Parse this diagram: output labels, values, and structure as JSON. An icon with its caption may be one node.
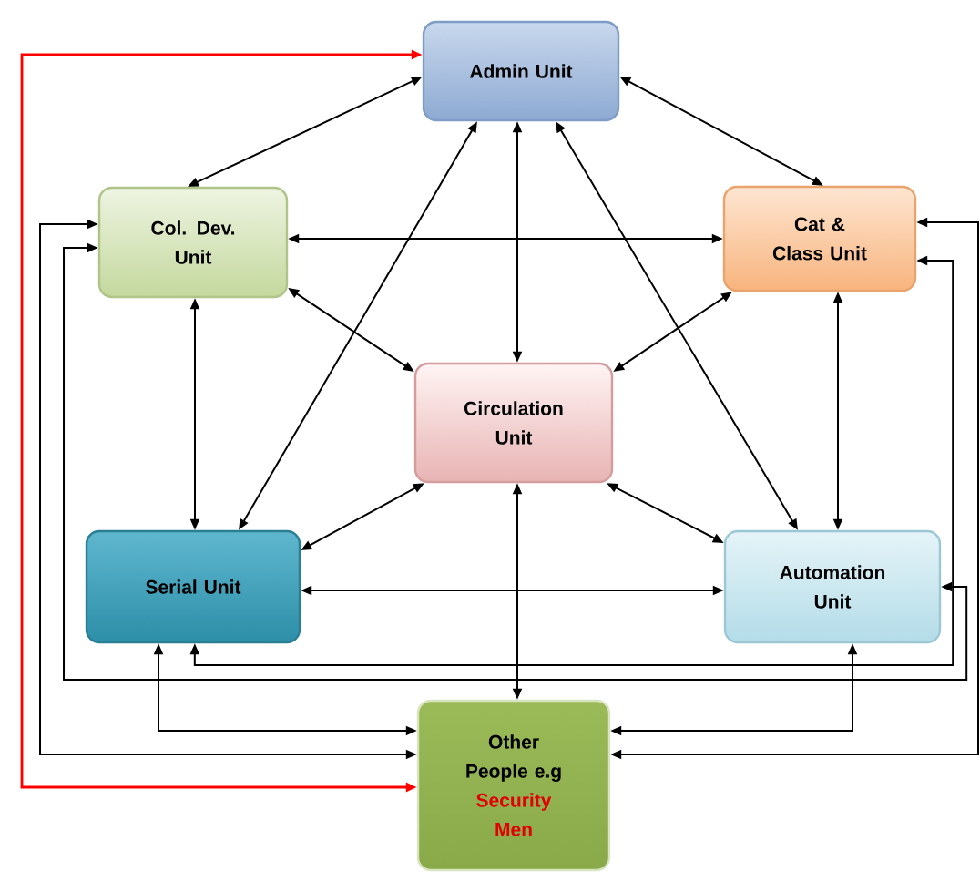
{
  "diagram": {
    "nodes": [
      {
        "text": [
          "Admin Unit"
        ]
      },
      {
        "text": [
          "Col. Dev. Unit"
        ]
      },
      {
        "text": [
          "Cat & Class Unit"
        ]
      },
      {
        "text": [
          "Circulation Unit"
        ]
      },
      {
        "text": [
          "Serial Unit"
        ]
      },
      {
        "text": [
          "Automation Unit"
        ]
      },
      {
        "text": [
          "Other People e.g",
          "Security Men"
        ]
      }
    ],
    "edges": [
      {
        "from": 0,
        "to": 1,
        "arrow": "both"
      },
      {
        "from": 0,
        "to": 2,
        "arrow": "both"
      },
      {
        "from": 0,
        "to": 3,
        "arrow": "both"
      },
      {
        "from": 0,
        "to": 4,
        "arrow": "both"
      },
      {
        "from": 0,
        "to": 5,
        "arrow": "both"
      },
      {
        "from": 1,
        "to": 2,
        "arrow": "both"
      },
      {
        "from": 1,
        "to": 3,
        "arrow": "both"
      },
      {
        "from": 1,
        "to": 4,
        "arrow": "both"
      },
      {
        "from": 2,
        "to": 3,
        "arrow": "both"
      },
      {
        "from": 2,
        "to": 5,
        "arrow": "both"
      },
      {
        "from": 3,
        "to": 4,
        "arrow": "both"
      },
      {
        "from": 3,
        "to": 5,
        "arrow": "both"
      },
      {
        "from": 3,
        "to": 6,
        "arrow": "both"
      },
      {
        "from": 4,
        "to": 5,
        "arrow": "both"
      },
      {
        "from": 4,
        "to": 6,
        "arrow": "both"
      },
      {
        "from": 5,
        "to": 6,
        "arrow": "both"
      },
      {
        "from": 1,
        "to": 6,
        "arrow": "both"
      },
      {
        "from": 2,
        "to": 6,
        "arrow": "both"
      },
      {
        "from": 1,
        "to": 5,
        "arrow": "both"
      },
      {
        "from": 4,
        "to": 2,
        "arrow": "both"
      },
      {
        "from": 6,
        "to": 0,
        "arrow": "both",
        "color": "#ff0000"
      }
    ]
  }
}
